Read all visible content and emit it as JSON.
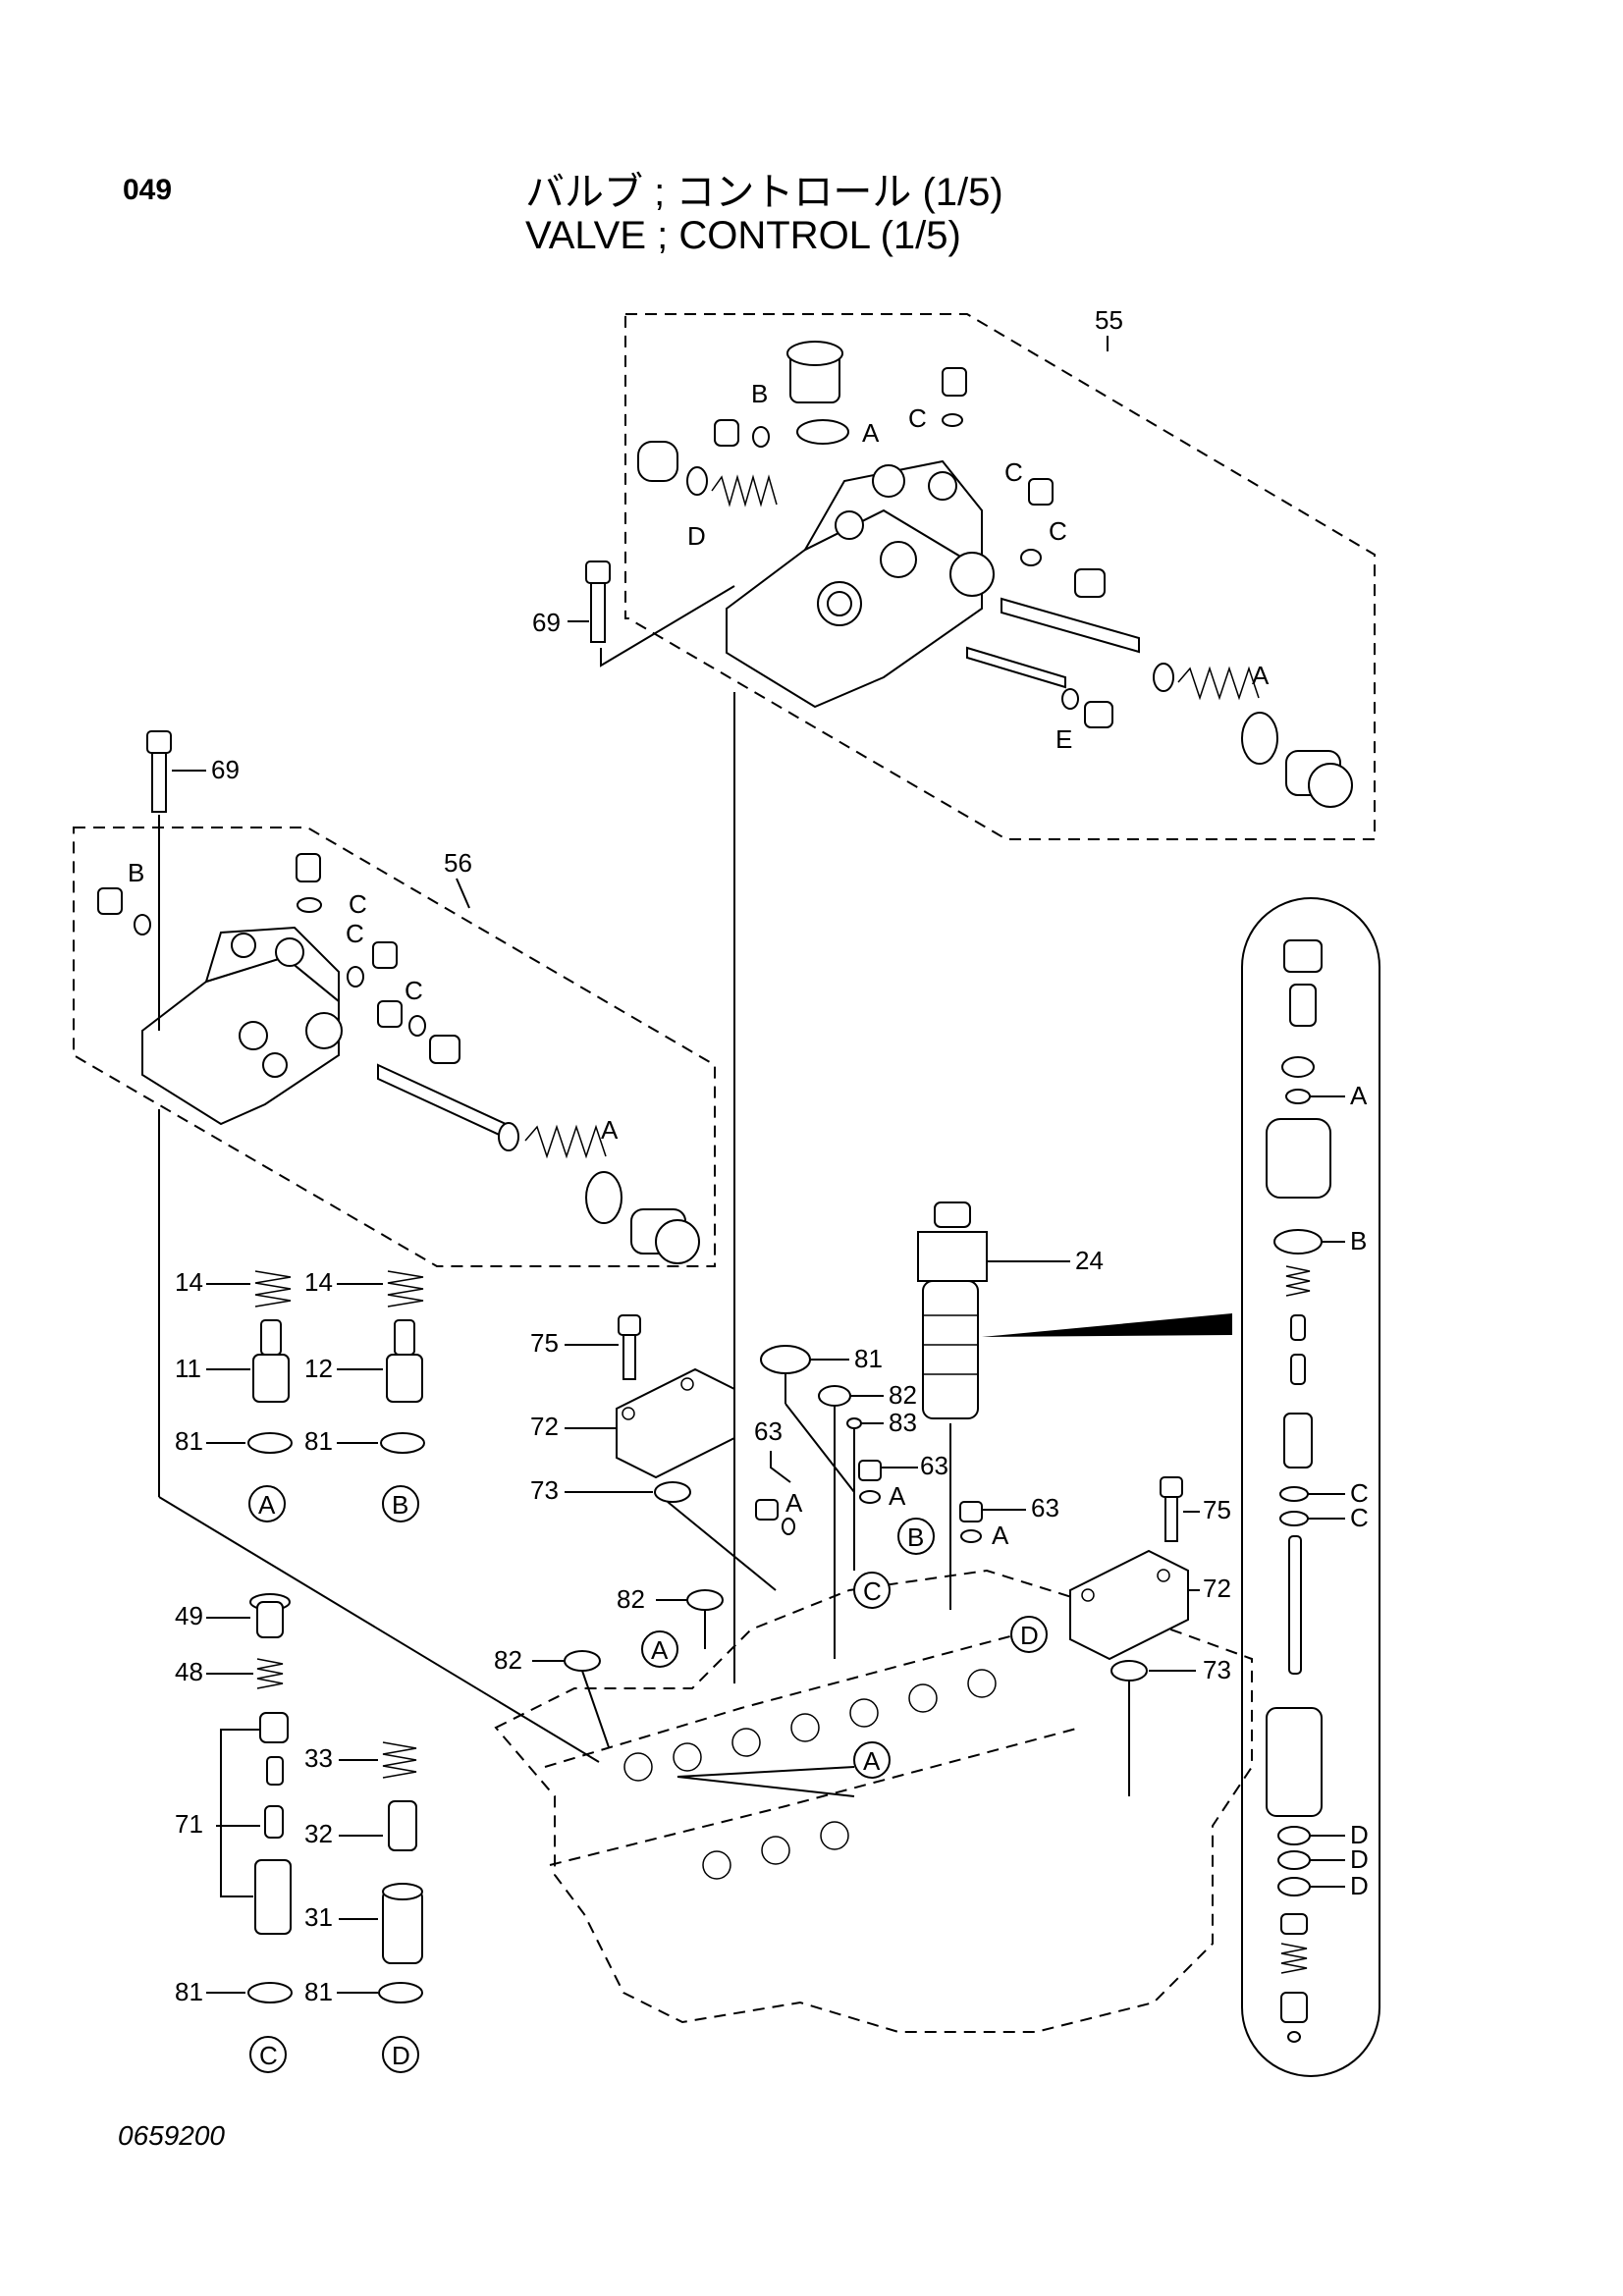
{
  "header": {
    "page_number": "049",
    "title_jp": "バルブ ; コントロール (1/5)",
    "title_en": "VALVE ; CONTROL (1/5)"
  },
  "footer": {
    "drawing_code": "0659200"
  },
  "callouts": {
    "c55": "55",
    "c56": "56",
    "c69a": "69",
    "c69b": "69",
    "c14a": "14",
    "c14b": "14",
    "c11": "11",
    "c12": "12",
    "c81a": "81",
    "c81b": "81",
    "c81c": "81",
    "c81d": "81",
    "c81e": "81",
    "c49": "49",
    "c48": "48",
    "c71": "71",
    "c33": "33",
    "c32": "32",
    "c31": "31",
    "c75a": "75",
    "c75b": "75",
    "c72a": "72",
    "c72b": "72",
    "c73a": "73",
    "c73b": "73",
    "c82a": "82",
    "c82b": "82",
    "c82c": "82",
    "c83": "83",
    "c63a": "63",
    "c63b": "63",
    "c63c": "63",
    "c24": "24"
  },
  "letters": {
    "A": "A",
    "B": "B",
    "C": "C",
    "D": "D",
    "E": "E"
  }
}
